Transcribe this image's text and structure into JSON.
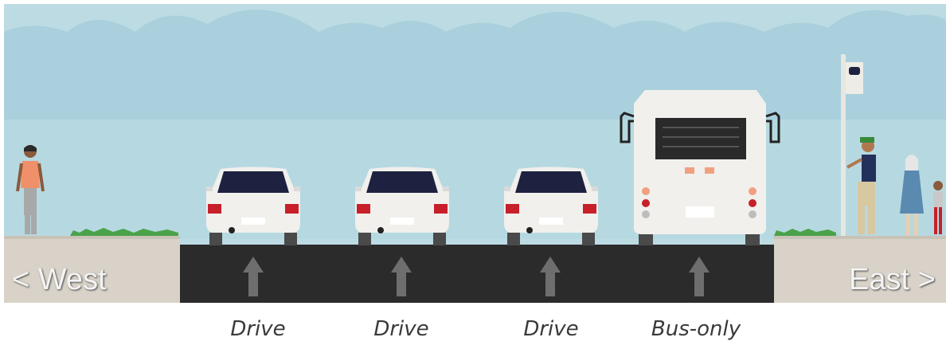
{
  "directions": {
    "west": "< West",
    "east": "East >"
  },
  "lanes": [
    {
      "label": "Drive",
      "type": "car"
    },
    {
      "label": "Drive",
      "type": "car"
    },
    {
      "label": "Drive",
      "type": "car"
    },
    {
      "label": "Bus-only",
      "type": "bus"
    }
  ],
  "colors": {
    "sky": "#bcdbe3",
    "clouds": "#a9d0dc",
    "road": "#2b2b2b",
    "sidewalk": "#d8d2c8",
    "arrow": "#6e6e6e",
    "vehicle": "#f1f0ec",
    "window": "#1e2240",
    "taillight": "#c7202a",
    "grass": "#4aa24a"
  }
}
